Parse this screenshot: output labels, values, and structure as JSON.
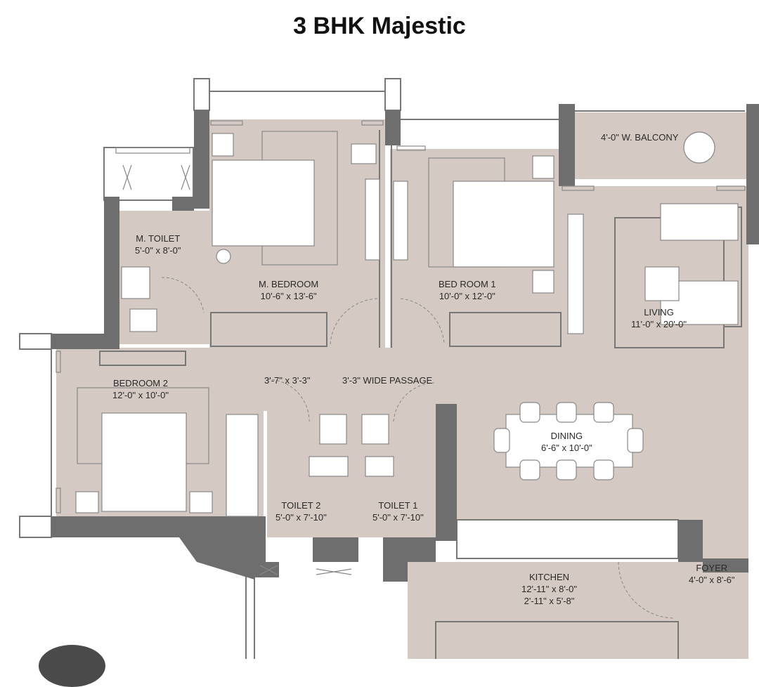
{
  "title": "3 BHK Majestic",
  "rooms": {
    "balcony": {
      "name": "4'-0\" W. BALCONY"
    },
    "m_toilet": {
      "name": "M. TOILET",
      "size": "5'-0\" x 8'-0\""
    },
    "m_bedroom": {
      "name": "M. BEDROOM",
      "size": "10'-6\" x 13'-6\""
    },
    "bedroom1": {
      "name": "BED ROOM 1",
      "size": "10'-0\" x 12'-0\""
    },
    "living": {
      "name": "LIVING",
      "size": "11'-0\" x 20'-0\""
    },
    "bedroom2": {
      "name": "BEDROOM 2",
      "size": "12'-0\" x 10'-0\""
    },
    "passage_small": {
      "size": "3'-7\" x 3'-3\""
    },
    "passage": {
      "name": "3'-3\" WIDE PASSAGE"
    },
    "dining": {
      "name": "DINING",
      "size": "6'-6\" x 10'-0\""
    },
    "toilet2": {
      "name": "TOILET 2",
      "size": "5'-0\" x 7'-10\""
    },
    "toilet1": {
      "name": "TOILET 1",
      "size": "5'-0\" x 7'-10\""
    },
    "kitchen": {
      "name": "KITCHEN",
      "size": "12'-11\" x 8'-0\"",
      "size2": "2'-11\" x 5'-8\""
    },
    "foyer": {
      "name": "FOYER",
      "size": "4'-0\" x 8'-6\""
    }
  },
  "colors": {
    "floor": "#d4c9c3",
    "wall": "#6e6e6e",
    "furniture": "#ffffff"
  }
}
